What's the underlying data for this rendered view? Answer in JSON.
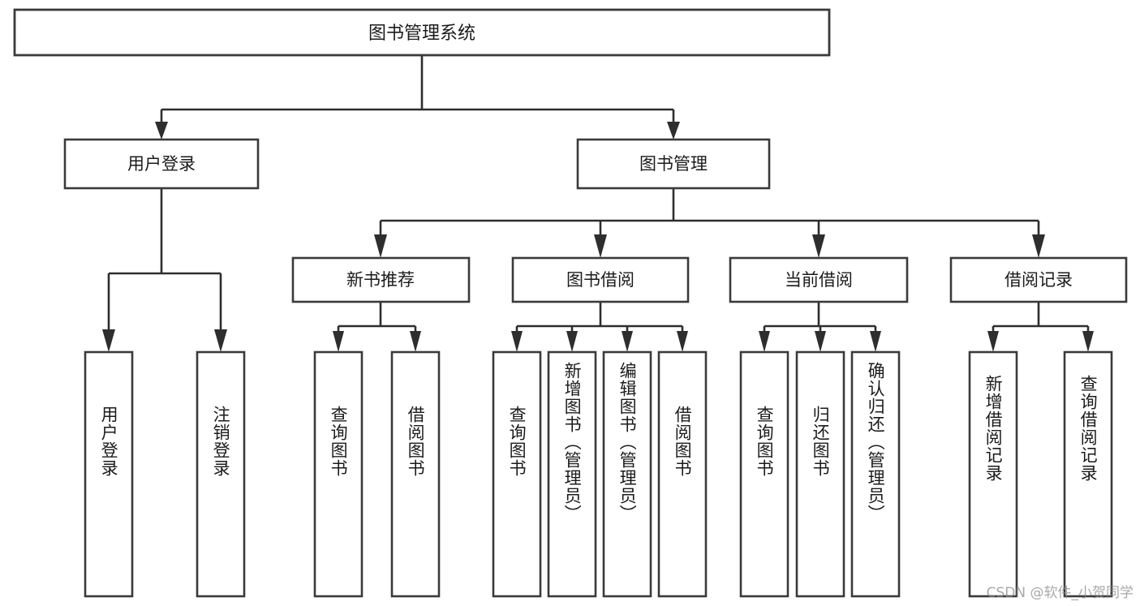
{
  "diagram": {
    "title": "图书管理系统",
    "type": "functional-structure-tree",
    "background_color": "#ffffff",
    "box_border_color": "#3a3a3a",
    "connector_color": "#2e2e2e",
    "text_color": "#1b1b1b"
  },
  "root": {
    "label": "图书管理系统"
  },
  "level2": [
    {
      "label": "用户登录"
    },
    {
      "label": "图书管理"
    }
  ],
  "level3": [
    {
      "label": "新书推荐"
    },
    {
      "label": "图书借阅"
    },
    {
      "label": "当前借阅"
    },
    {
      "label": "借阅记录"
    }
  ],
  "leaves": {
    "user_login": [
      {
        "label": "用户登录"
      },
      {
        "label": "注销登录"
      }
    ],
    "new_book_recommend": [
      {
        "label": "查询图书"
      },
      {
        "label": "借阅图书"
      }
    ],
    "book_borrow": [
      {
        "label": "查询图书"
      },
      {
        "label": "新增图书（管理员）"
      },
      {
        "label": "编辑图书（管理员）"
      },
      {
        "label": "借阅图书"
      }
    ],
    "current_borrow": [
      {
        "label": "查询图书"
      },
      {
        "label": "归还图书"
      },
      {
        "label": "确认归还（管理员）"
      }
    ],
    "borrow_record": [
      {
        "label": "新增借阅记录"
      },
      {
        "label": "查询借阅记录"
      }
    ]
  },
  "watermark": {
    "text": "CSDN @软件_小贺同学"
  }
}
